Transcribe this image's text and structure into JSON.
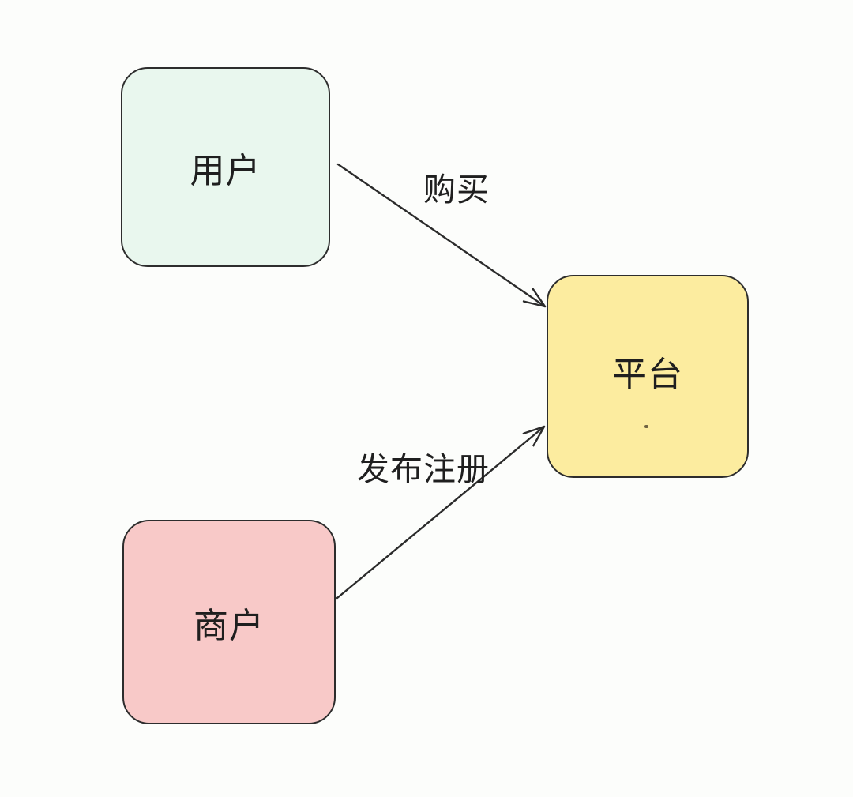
{
  "diagram": {
    "background": "#fcfdfb",
    "text_color": "#1f1f1f",
    "node_border_color": "#2d2d2d",
    "edge_stroke_color": "#2b2b2b"
  },
  "nodes": [
    {
      "id": "user",
      "label": "用户",
      "fill": "#e9f7ee"
    },
    {
      "id": "platform",
      "label": "平台",
      "fill": "#fcec9f"
    },
    {
      "id": "merchant",
      "label": "商户",
      "fill": "#f8c9c8"
    }
  ],
  "edges": [
    {
      "from": "user",
      "to": "platform",
      "label": "购买"
    },
    {
      "from": "merchant",
      "to": "platform",
      "label": "发布注册"
    }
  ]
}
